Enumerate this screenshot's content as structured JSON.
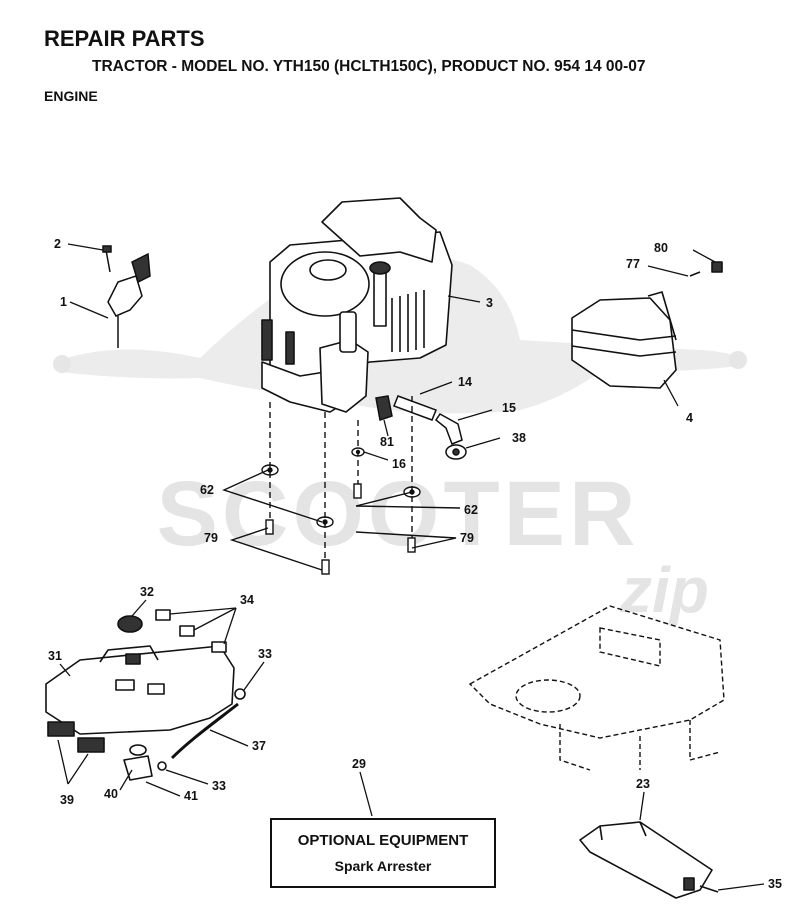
{
  "header": {
    "title": "REPAIR PARTS",
    "subtitle": "TRACTOR - MODEL NO. YTH150 (HCLTH150C), PRODUCT NO. 954 14 00-07",
    "section": "ENGINE"
  },
  "watermark": {
    "brand": "SCOOTER",
    "script": "zip"
  },
  "callouts": {
    "p1": "1",
    "p2": "2",
    "p3": "3",
    "p4": "4",
    "p14": "14",
    "p15": "15",
    "p16": "16",
    "p23": "23",
    "p29": "29",
    "p31": "31",
    "p32": "32",
    "p33a": "33",
    "p33b": "33",
    "p34": "34",
    "p35": "35",
    "p37": "37",
    "p38": "38",
    "p39": "39",
    "p40": "40",
    "p41": "41",
    "p62a": "62",
    "p62b": "62",
    "p77": "77",
    "p79a": "79",
    "p79b": "79",
    "p80": "80",
    "p81": "81"
  },
  "optional_box": {
    "title": "OPTIONAL EQUIPMENT",
    "item": "Spark Arrester"
  }
}
